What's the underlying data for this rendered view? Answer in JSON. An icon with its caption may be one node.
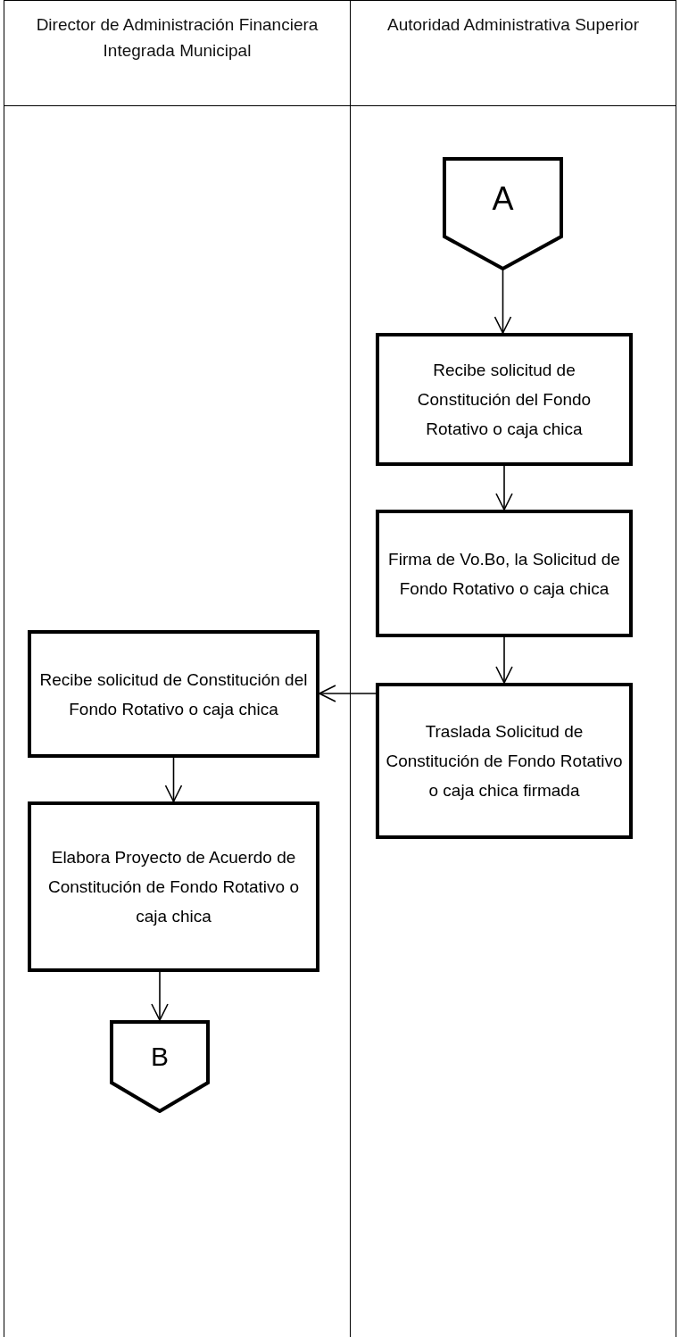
{
  "diagram": {
    "nodes": [
      {
        "text": [
          "Director de Administración Financiera Integrada Municipal"
        ]
      },
      {
        "text": [
          "Autoridad Administrativa Superior"
        ]
      },
      {
        "text": [
          "A"
        ],
        "in": 1
      },
      {
        "text": [
          "Recibe solicitud de Constitución del Fondo Rotativo o caja chica"
        ],
        "in": 1
      },
      {
        "text": [
          "Firma de Vo.Bo, la Solicitud de Fondo Rotativo o caja chica"
        ],
        "in": 1
      },
      {
        "text": [
          "Traslada Solicitud de Constitución de Fondo Rotativo o caja chica firmada"
        ],
        "in": 1
      },
      {
        "text": [
          "Recibe solicitud de Constitución del Fondo Rotativo o caja chica"
        ],
        "in": 0
      },
      {
        "text": [
          "Elabora Proyecto de Acuerdo de Constitución de Fondo Rotativo o caja chica"
        ],
        "in": 0
      },
      {
        "text": [
          "B"
        ],
        "in": 0
      }
    ],
    "edges": [
      {
        "from": 2,
        "to": 3,
        "arrow": "to"
      },
      {
        "from": 3,
        "to": 4,
        "arrow": "to"
      },
      {
        "from": 4,
        "to": 5,
        "arrow": "to"
      },
      {
        "from": 5,
        "to": 6,
        "arrow": "to"
      },
      {
        "from": 6,
        "to": 7,
        "arrow": "to"
      },
      {
        "from": 7,
        "to": 8,
        "arrow": "to"
      }
    ]
  }
}
